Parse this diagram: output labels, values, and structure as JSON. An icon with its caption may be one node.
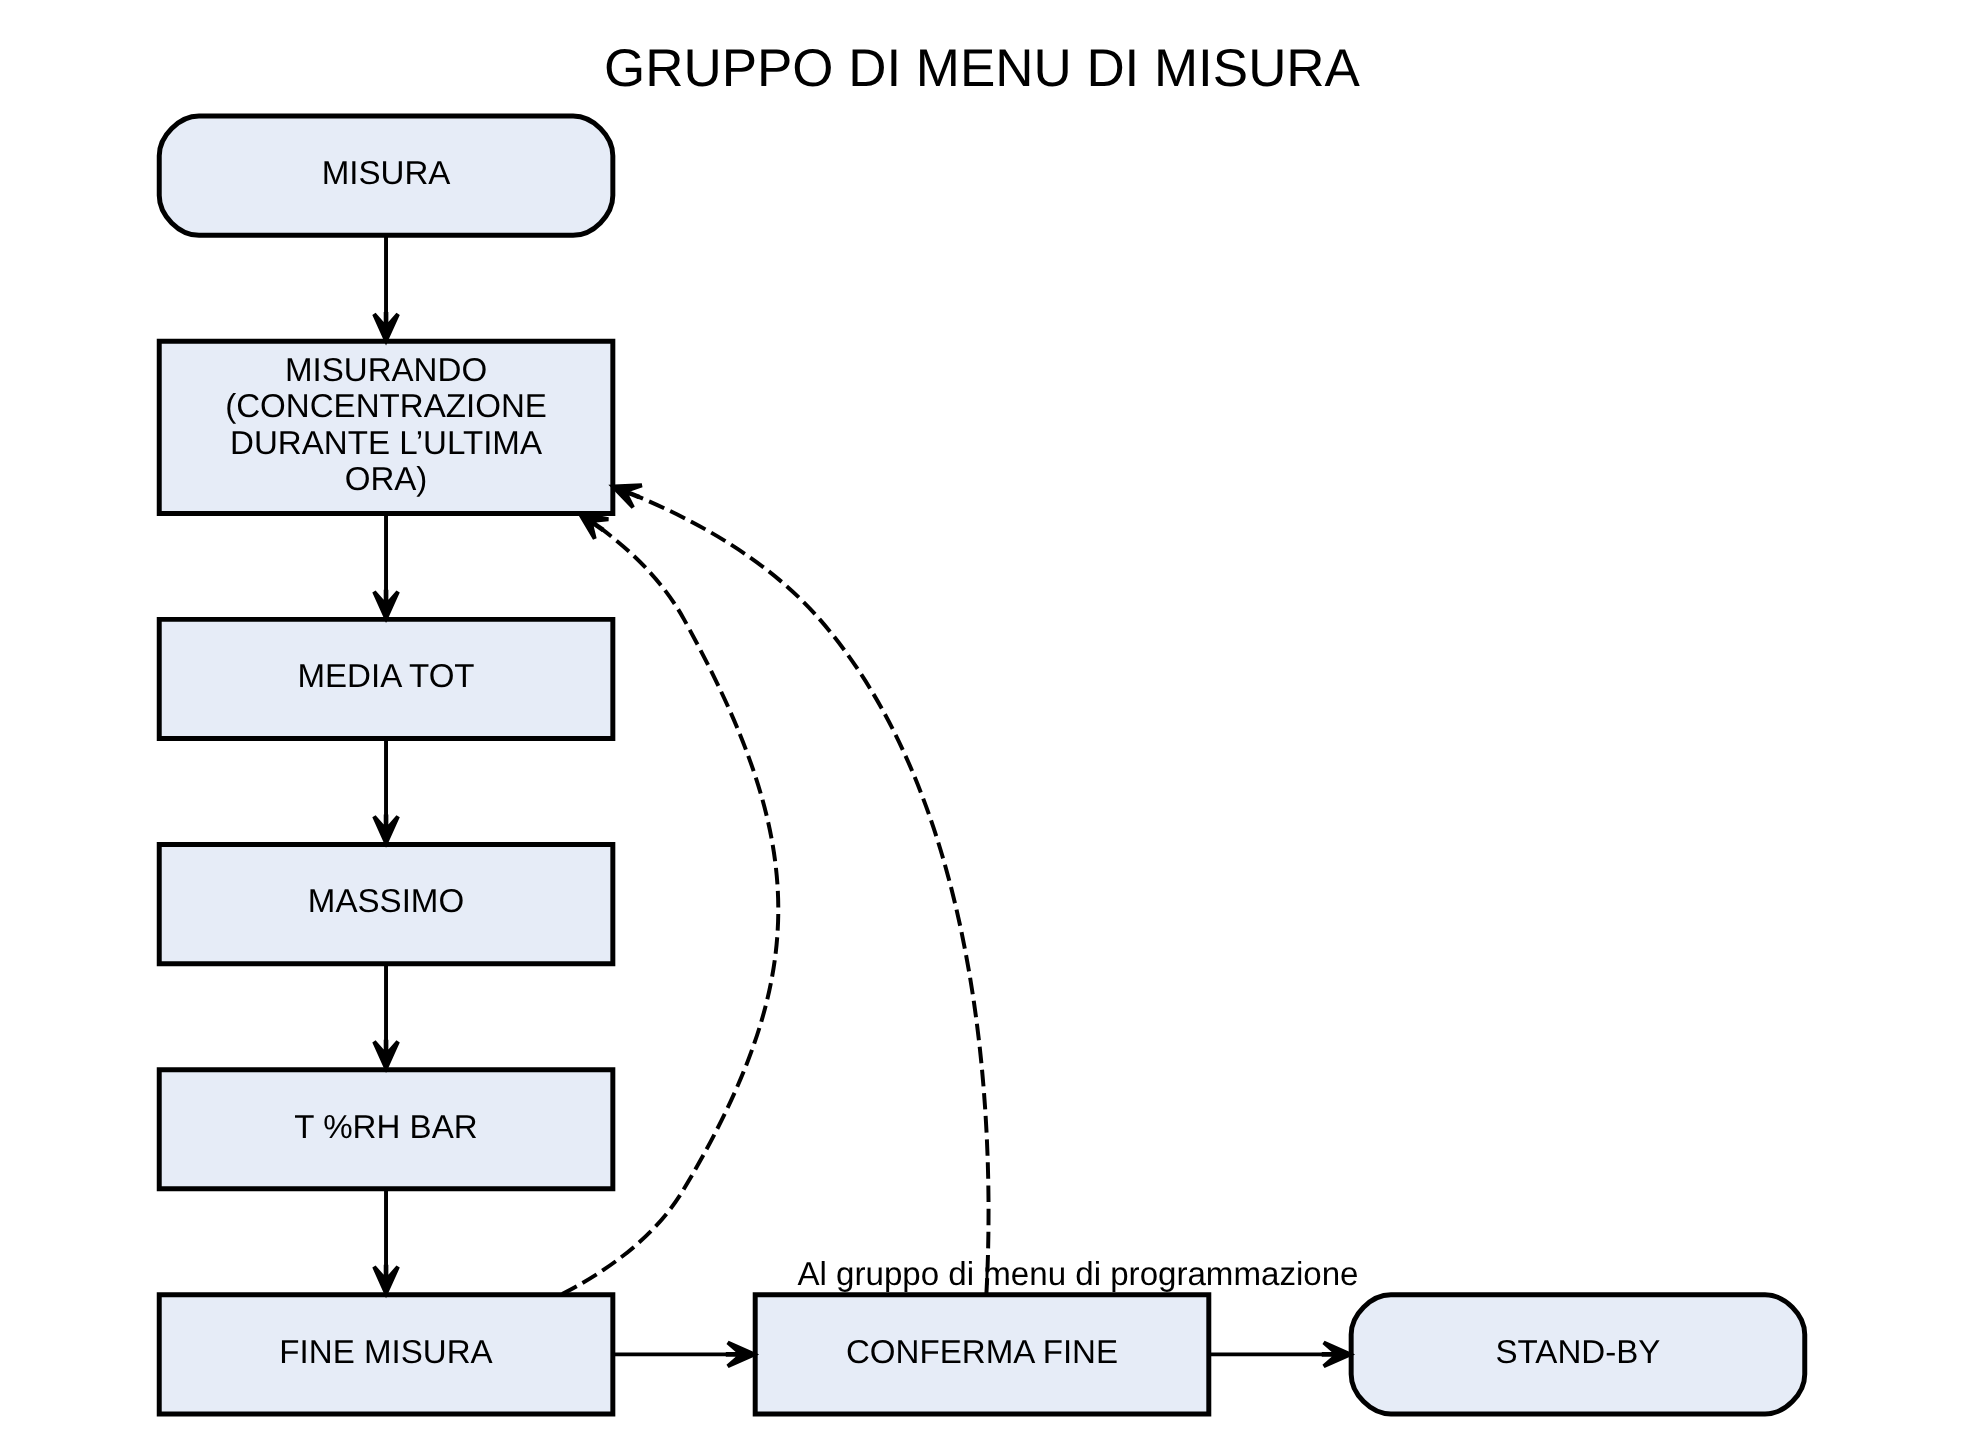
{
  "diagram": {
    "title": "GRUPPO DI MENU DI MISURA",
    "nodes": [
      {
        "text": [
          "MISURA"
        ]
      },
      {
        "text": [
          "MISURANDO (CONCENTRAZIONE DURANTE L’ULTIMA ORA)"
        ]
      },
      {
        "text": [
          "MEDIA TOT"
        ]
      },
      {
        "text": [
          "MASSIMO"
        ]
      },
      {
        "text": [
          "T %RH BAR"
        ]
      },
      {
        "text": [
          "FINE MISURA"
        ]
      },
      {
        "text": [
          "CONFERMA FINE"
        ]
      },
      {
        "text": [
          "STAND-BY"
        ],
        "beside": [
          "Al gruppo di menu di programmazione"
        ]
      }
    ],
    "edges": [
      {
        "from": 0,
        "to": 1,
        "arrow": "to"
      },
      {
        "from": 1,
        "to": 2,
        "arrow": "to"
      },
      {
        "from": 2,
        "to": 3,
        "arrow": "to"
      },
      {
        "from": 3,
        "to": 4,
        "arrow": "to"
      },
      {
        "from": 4,
        "to": 5,
        "arrow": "to"
      },
      {
        "from": 5,
        "to": 6,
        "arrow": "to"
      },
      {
        "from": 6,
        "to": 7,
        "arrow": "to"
      },
      {
        "from": 5,
        "to": 1,
        "arrow": "to",
        "style": "dashed"
      },
      {
        "from": 6,
        "to": 1,
        "arrow": "to",
        "style": "dashed"
      }
    ]
  }
}
